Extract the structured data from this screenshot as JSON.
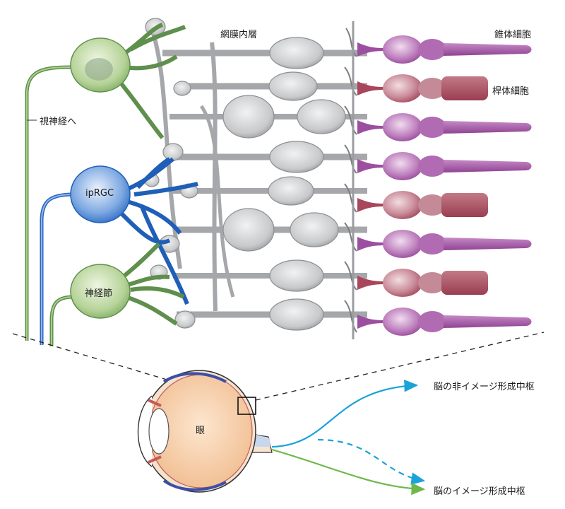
{
  "labels": {
    "inner_plexiform_layer": "網膜内層",
    "cone_cells": "錐体細胞",
    "rod_cells": "桿体細胞",
    "to_optic_nerve": "視神経へ",
    "iprgc": "ipRGC",
    "ganglion": "神経節",
    "eye": "眼",
    "non_image_forming_centers": "脳の非イメージ形成中枢",
    "image_forming_centers": "脳のイメージ形成中枢"
  },
  "photoreceptors": [
    {
      "type": "cone"
    },
    {
      "type": "rod"
    },
    {
      "type": "cone"
    },
    {
      "type": "cone"
    },
    {
      "type": "rod"
    },
    {
      "type": "cone"
    },
    {
      "type": "rod"
    },
    {
      "type": "cone"
    }
  ],
  "colors": {
    "ganglion_green": "#9cc27c",
    "ganglion_green_dark": "#5a8a48",
    "iprgc_blue": "#5b8fd6",
    "iprgc_blue_dark": "#1f5fb8",
    "gray_cell": "#c4c6c8",
    "gray_cell_dark": "#8e9093",
    "photoreceptor_purple": "#9c4f9e",
    "rod_maroon": "#a8465c",
    "arrow_cyan": "#1aa3d8",
    "arrow_green": "#6db84a",
    "eye_skin": "#f6d2b0"
  }
}
